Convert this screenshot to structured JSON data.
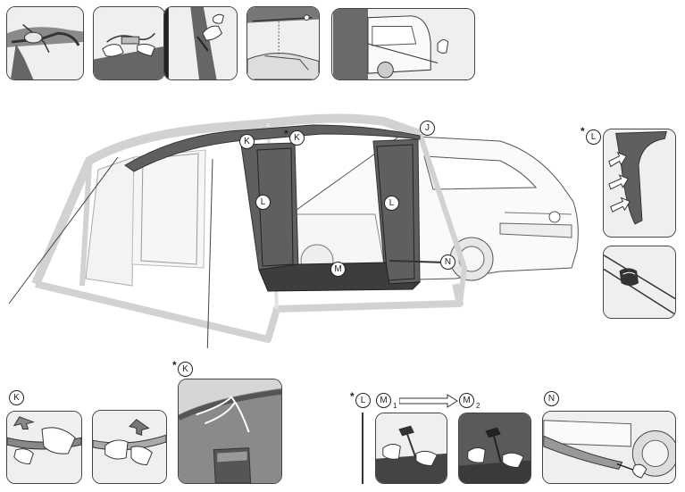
{
  "labels": {
    "J": "J",
    "K": "K",
    "L": "L",
    "M": "M",
    "N": "N",
    "star": "*",
    "sub1": "1",
    "sub2": "2"
  },
  "colors": {
    "awning_dark": "#5f5f5f",
    "floor": "#3d3d3d",
    "frame_light": "#d2d2d2",
    "outline": "#3a3a3a",
    "panel_bg": "#f4f4f4"
  }
}
